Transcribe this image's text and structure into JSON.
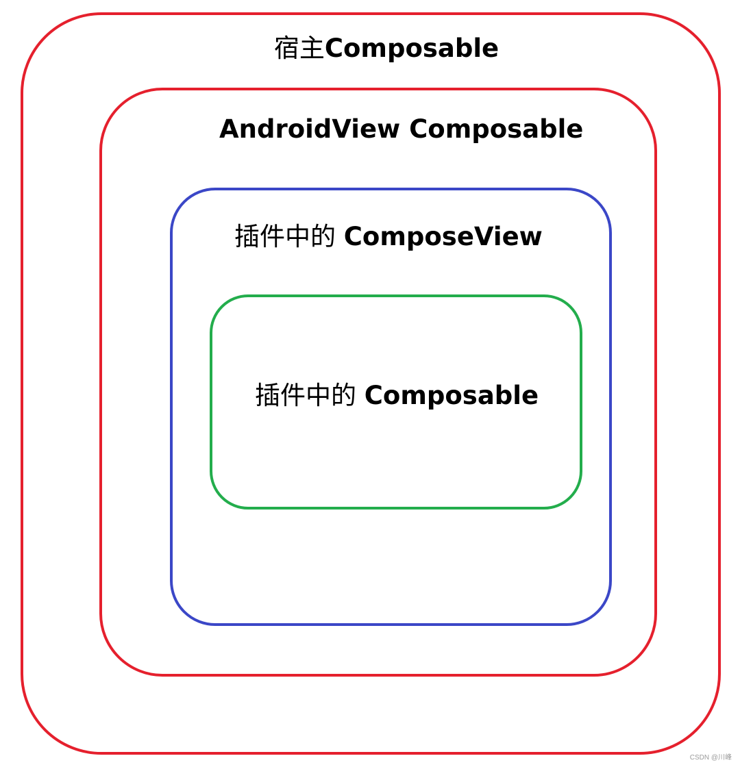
{
  "diagram": {
    "boxes": [
      {
        "id": "host",
        "label_cjk": "宿主",
        "label_latin": "Composable",
        "border_color": "#e5202d"
      },
      {
        "id": "androidview",
        "label_cjk": "",
        "label_latin": "AndroidView Composable",
        "border_color": "#e5202d"
      },
      {
        "id": "composeview",
        "label_cjk": "插件中的 ",
        "label_latin": "ComposeView",
        "border_color": "#3b47c7"
      },
      {
        "id": "plugin_composable",
        "label_cjk": "插件中的 ",
        "label_latin": "Composable",
        "border_color": "#23ad4c"
      }
    ]
  },
  "watermark": "CSDN @川峰"
}
